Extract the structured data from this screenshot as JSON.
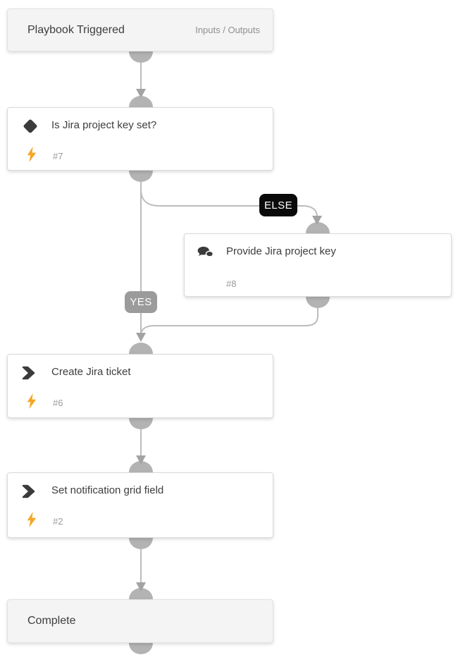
{
  "canvas": {
    "background": "#ffffff"
  },
  "colors": {
    "endpoint_bg": "#f4f4f4",
    "box_border": "#dadada",
    "title_text": "#3d3d3d",
    "muted_text": "#8f8f8f",
    "connector_gray": "#b3b3b3",
    "line_gray": "#bcbcbc",
    "arrow_gray": "#a3a3a3",
    "bolt_orange": "#f5a623",
    "icon_dark": "#3b3b3b",
    "else_badge_bg": "#0a0a0a",
    "yes_badge_bg": "#9b9b9b"
  },
  "nodes": {
    "start": {
      "title": "Playbook Triggered",
      "link": "Inputs / Outputs"
    },
    "decision": {
      "icon": "decision-diamond-icon",
      "title": "Is Jira project key set?",
      "ref": "#7",
      "badge_icon": "lightning-bolt-icon"
    },
    "prompt": {
      "icon": "chat-bubbles-icon",
      "title": "Provide Jira project key",
      "ref": "#8"
    },
    "create_ticket": {
      "icon": "action-chevron-icon",
      "title": "Create Jira ticket",
      "ref": "#6",
      "badge_icon": "lightning-bolt-icon"
    },
    "set_field": {
      "icon": "action-chevron-icon",
      "title": "Set notification grid field",
      "ref": "#2",
      "badge_icon": "lightning-bolt-icon"
    },
    "end": {
      "title": "Complete"
    }
  },
  "edge_labels": {
    "else": "ELSE",
    "yes": "YES"
  }
}
